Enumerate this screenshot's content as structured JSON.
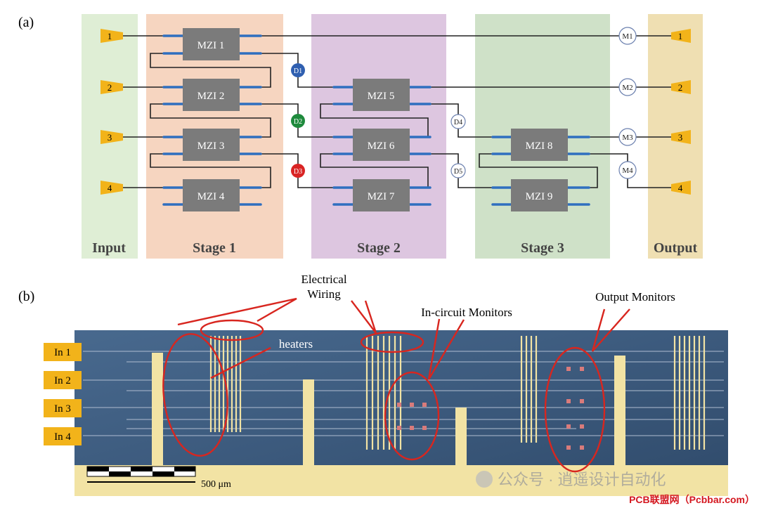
{
  "panel_a": {
    "label": "(a)",
    "columns": {
      "input": "Input",
      "stage1": "Stage 1",
      "stage2": "Stage 2",
      "stage3": "Stage 3",
      "output": "Output"
    },
    "input_ports": [
      "1",
      "2",
      "3",
      "4"
    ],
    "output_ports": [
      "1",
      "2",
      "3",
      "4"
    ],
    "mzi": [
      "MZI 1",
      "MZI 2",
      "MZI 3",
      "MZI 4",
      "MZI 5",
      "MZI 6",
      "MZI 7",
      "MZI 8",
      "MZI 9"
    ],
    "detectors": [
      "D1",
      "D2",
      "D3",
      "D4",
      "D5"
    ],
    "monitors": [
      "M1",
      "M2",
      "M3",
      "M4"
    ],
    "colors": {
      "input_bg": "#dfeed5",
      "stage1_bg": "#f6d5c0",
      "stage2_bg": "#ddc6e0",
      "stage3_bg": "#cfe1c8",
      "output_bg": "#efdfb2",
      "mzi": "#7b7b7b",
      "waveguide_blue": "#2f6fbf",
      "port_yellow": "#f2b31a",
      "d1": "#2f5fb0",
      "d2": "#1e8a3c",
      "d3": "#d92424"
    }
  },
  "panel_b": {
    "label": "(b)",
    "inputs": [
      "In 1",
      "In 2",
      "In 3",
      "In 4"
    ],
    "annotations": {
      "electrical": "Electrical",
      "wiring": "Wiring",
      "heaters": "heaters",
      "in_circuit": "In-circuit Monitors",
      "output_monitors": "Output Monitors"
    },
    "scale_bar": "500 μm",
    "watermark": "公众号 · 逍遥设计自动化",
    "footer_credit": "PCB联盟网（Pcbbar.com）",
    "colors": {
      "chip_bg": "#3e5d80",
      "gold": "#f2e3a4",
      "annotation_red": "#d8261f",
      "tag_orange": "#f2b31a"
    }
  }
}
